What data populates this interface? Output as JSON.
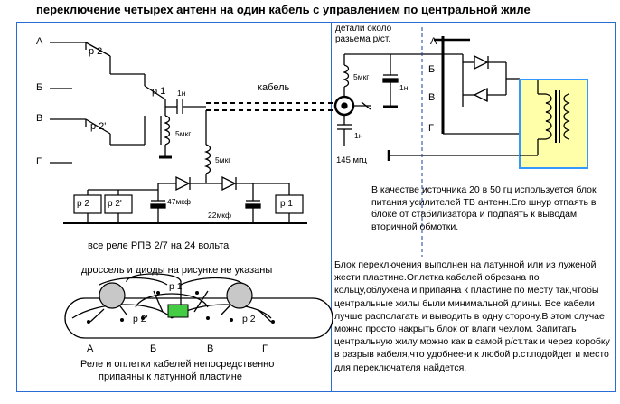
{
  "title": "переключение четырех антенн на один кабель с управлением по центральной жиле",
  "schematic": {
    "antennas": [
      "А",
      "Б",
      "В",
      "Г"
    ],
    "relays": {
      "p1": "р 1",
      "p2": "р 2",
      "p2prime": "р 2'"
    },
    "relay_boxes": [
      "р 2",
      "р 2'",
      "р 1"
    ],
    "components": {
      "cap_1n": "1н",
      "choke_5mkg": "5мкг",
      "cap_47mkf": "47мкф",
      "cap_22mkf": "22мкф",
      "cable": "кабель",
      "freq": "145 мгц"
    },
    "relay_note": "все реле РПВ 2/7 на 24 вольта"
  },
  "connector": {
    "caption_line1": "детали около",
    "caption_line2": "разьема р/ст.",
    "labels": [
      "А",
      "Б",
      "В",
      "Г"
    ],
    "supply_note": "В качестве источника 20 в 50 гц используется блок питания усилителей ТВ антенн.Его шнур отпаять в  блоке от стабилизатора и подпаять к выводам вторичной обмотки."
  },
  "layout_view": {
    "note_top": "дроссель и диоды на рисунке не указаны",
    "labels": [
      "А",
      "Б",
      "В",
      "Г"
    ],
    "relays": [
      "р 1",
      "р 2'",
      "р 2"
    ],
    "note_bottom_1": "Реле и оплетки кабелей непосредственно",
    "note_bottom_2": "припаяны к латунной пластине"
  },
  "assembly_note": "Блок переключения выполнен на латунной или из луженой жести пластине.Оплетка кабелей обрезана по кольцу,облужена и припаяна к пластине по месту так,чтобы центральные жилы были минимальной длины. Все кабели лучше располагать и выводить в одну сторону.В этом случае можно просто накрыть блок от влаги чехлом. Запитать центральную жилу можно как в самой р/ст.так и через коробку в разрыв кабеля,что удобнее-и к любой р.ст.подойдет и место для переключателя найдется.",
  "colors": {
    "frame": "#2a6cd6",
    "transformer_fill": "#ffffaa",
    "transformer_border": "#3399ff",
    "relay_body": "#c8c8c8",
    "relay_pad": "#44cc44"
  }
}
